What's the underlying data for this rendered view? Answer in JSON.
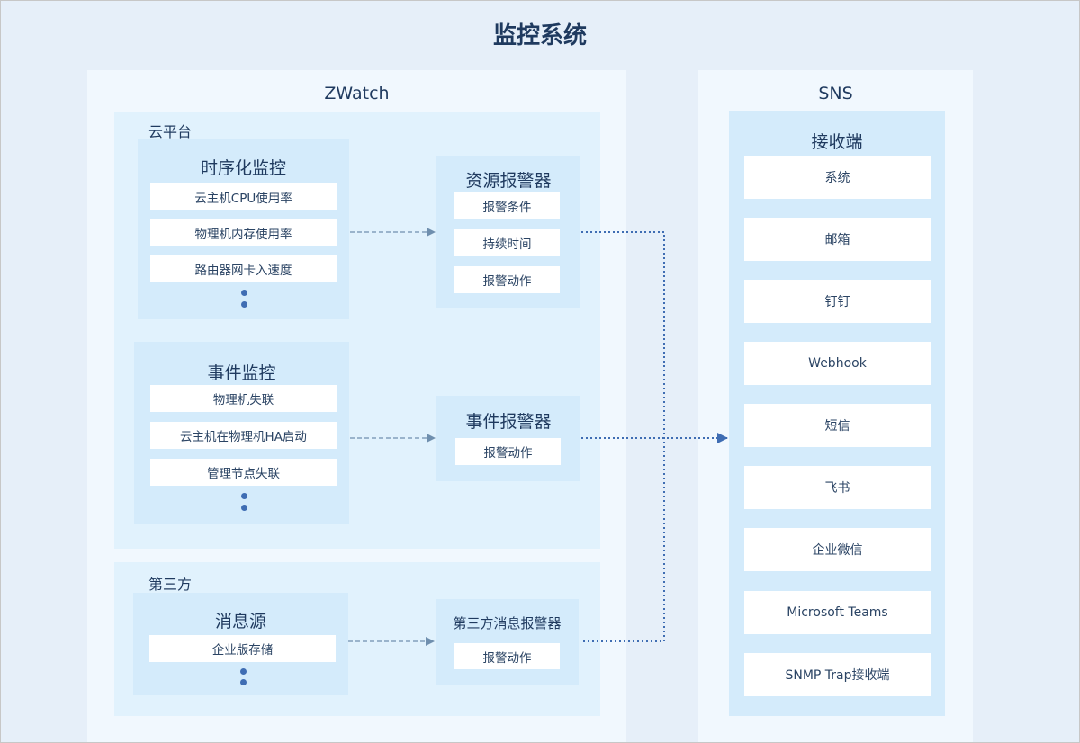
{
  "title": "监控系统",
  "zwatch": {
    "title": "ZWatch",
    "cloud_platform": {
      "label": "云平台",
      "timeseries": {
        "title": "时序化监控",
        "items": [
          "云主机CPU使用率",
          "物理机内存使用率",
          "路由器网卡入速度"
        ]
      },
      "resource_alarm": {
        "title": "资源报警器",
        "items": [
          "报警条件",
          "持续时间",
          "报警动作"
        ]
      },
      "event_monitor": {
        "title": "事件监控",
        "items": [
          "物理机失联",
          "云主机在物理机HA启动",
          "管理节点失联"
        ]
      },
      "event_alarm": {
        "title": "事件报警器",
        "items": [
          "报警动作"
        ]
      }
    },
    "third_party": {
      "label": "第三方",
      "message_source": {
        "title": "消息源",
        "items": [
          "企业版存储"
        ]
      },
      "third_party_alarm": {
        "title": "第三方消息报警器",
        "items": [
          "报警动作"
        ]
      }
    }
  },
  "sns": {
    "title": "SNS",
    "receivers": {
      "title": "接收端",
      "items": [
        "系统",
        "邮箱",
        "钉钉",
        "Webhook",
        "短信",
        "飞书",
        "企业微信",
        "Microsoft Teams",
        "SNMP Trap接收端"
      ]
    }
  },
  "colors": {
    "background": "#e6eff9",
    "panel": "#f1f8fe",
    "group": "#e1f2fd",
    "box": "#d4ebfb",
    "dashed_arrow": "#6f8fae",
    "dotted_connector": "#3f6db3"
  }
}
